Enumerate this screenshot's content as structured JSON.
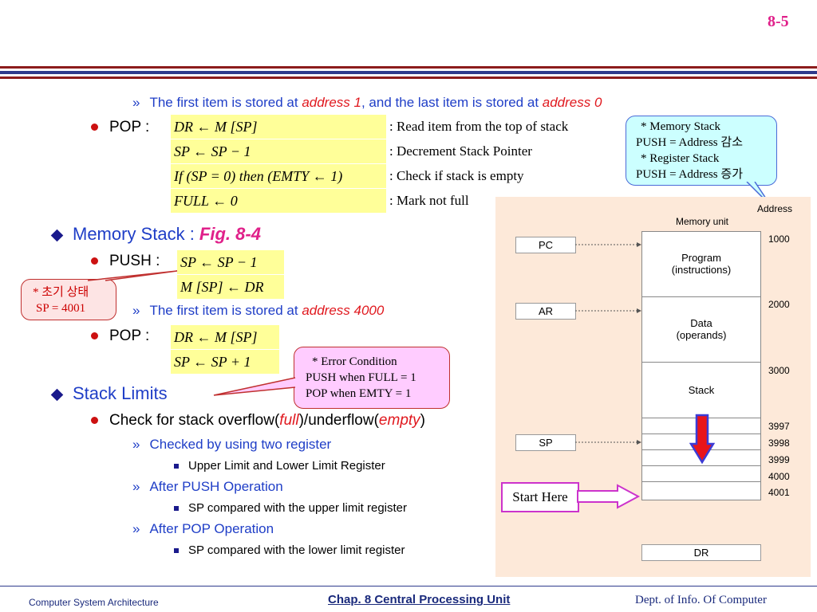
{
  "slide_number": "8-5",
  "top_bullet": {
    "prefix": "The first item is stored at ",
    "addr1": "address 1",
    "middle": ", and the last item is stored at ",
    "addr0": "address 0"
  },
  "pop1": {
    "label": "POP :",
    "eqs": [
      "DR ← M [SP]",
      "SP ← SP − 1",
      "If (SP = 0) then (EMTY ← 1)",
      "FULL ← 0"
    ],
    "descs": [
      ": Read item from the top of stack",
      ": Decrement Stack Pointer",
      ": Check if stack is empty",
      ": Mark not full"
    ]
  },
  "callout_memory": {
    "line1": "* Memory Stack",
    "line2": "PUSH = Address 감소",
    "line3": "* Register Stack",
    "line4": "PUSH = Address 증가"
  },
  "memory_stack": {
    "label": "Memory Stack : ",
    "fig": "Fig. 8-4"
  },
  "push": {
    "label": "PUSH :",
    "eqs": [
      "SP ← SP − 1",
      "M [SP] ← DR"
    ]
  },
  "callout_init": {
    "line1": "* 초기 상태",
    "line2": "SP = 4001"
  },
  "first_item_4000": {
    "prefix": "The first item is stored at ",
    "addr": "address 4000"
  },
  "pop2": {
    "label": "POP :",
    "eqs": [
      "DR ← M [SP]",
      "SP ← SP + 1"
    ]
  },
  "callout_error": {
    "line1": "* Error Condition",
    "line2": "PUSH when FULL = 1",
    "line3": "POP  when EMTY = 1"
  },
  "stack_limits": {
    "label": "Stack Limits",
    "check_prefix": "Check for stack overflow(",
    "full": "full",
    "mid": ")/underflow(",
    "empty": "empty",
    "close": ")",
    "sub1": "Checked by using two register",
    "sub1a": "Upper Limit and Lower Limit Register",
    "sub2": "After PUSH Operation",
    "sub2a": "SP compared with the upper limit register",
    "sub3": "After POP Operation",
    "sub3a": "SP compared with the lower limit register"
  },
  "diagram": {
    "address_label": "Address",
    "memory_unit_label": "Memory unit",
    "registers": [
      "PC",
      "AR",
      "SP"
    ],
    "program_line1": "Program",
    "program_line2": "(instructions)",
    "data_line1": "Data",
    "data_line2": "(operands)",
    "stack_label": "Stack",
    "dr_label": "DR",
    "addresses": [
      "1000",
      "2000",
      "3000",
      "3997",
      "3998",
      "3999",
      "4000",
      "4001"
    ],
    "start_here": "Start Here",
    "arrow_fill": "#e8151b",
    "arrow_border": "#3b3bd6"
  },
  "footer": {
    "left": "Computer System Architecture",
    "center": "Chap. 8  Central Processing Unit",
    "right": "Dept. of Info. Of Computer"
  }
}
